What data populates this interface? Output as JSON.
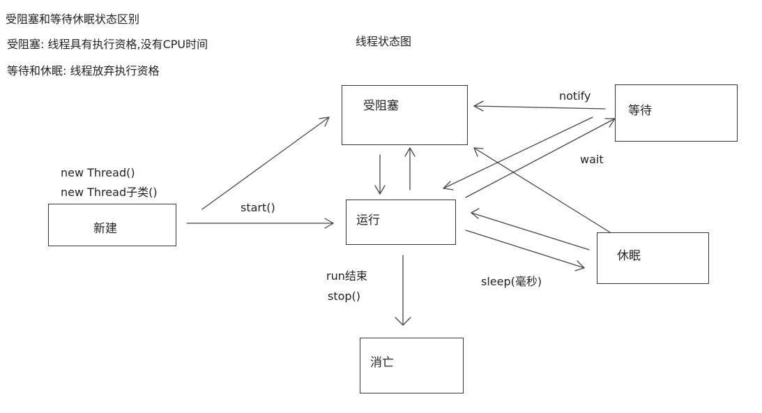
{
  "notes": {
    "heading": "受阻塞和等待休眠状态区别",
    "line1": "受阻塞: 线程具有执行资格,没有CPU时间",
    "line2": "等待和休眠: 线程放弃执行资格"
  },
  "diagram": {
    "title": "线程状态图",
    "states": {
      "new": "新建",
      "blocked": "受阻塞",
      "running": "运行",
      "waiting": "等待",
      "sleeping": "休眠",
      "dead": "消亡"
    },
    "labels": {
      "new_thread": "new Thread()",
      "new_thread_sub": "new Thread子类()",
      "start": "start()",
      "notify": "notify",
      "wait": "wait",
      "sleep": "sleep(毫秒)",
      "run_end": "run结束",
      "stop": "stop()"
    }
  }
}
